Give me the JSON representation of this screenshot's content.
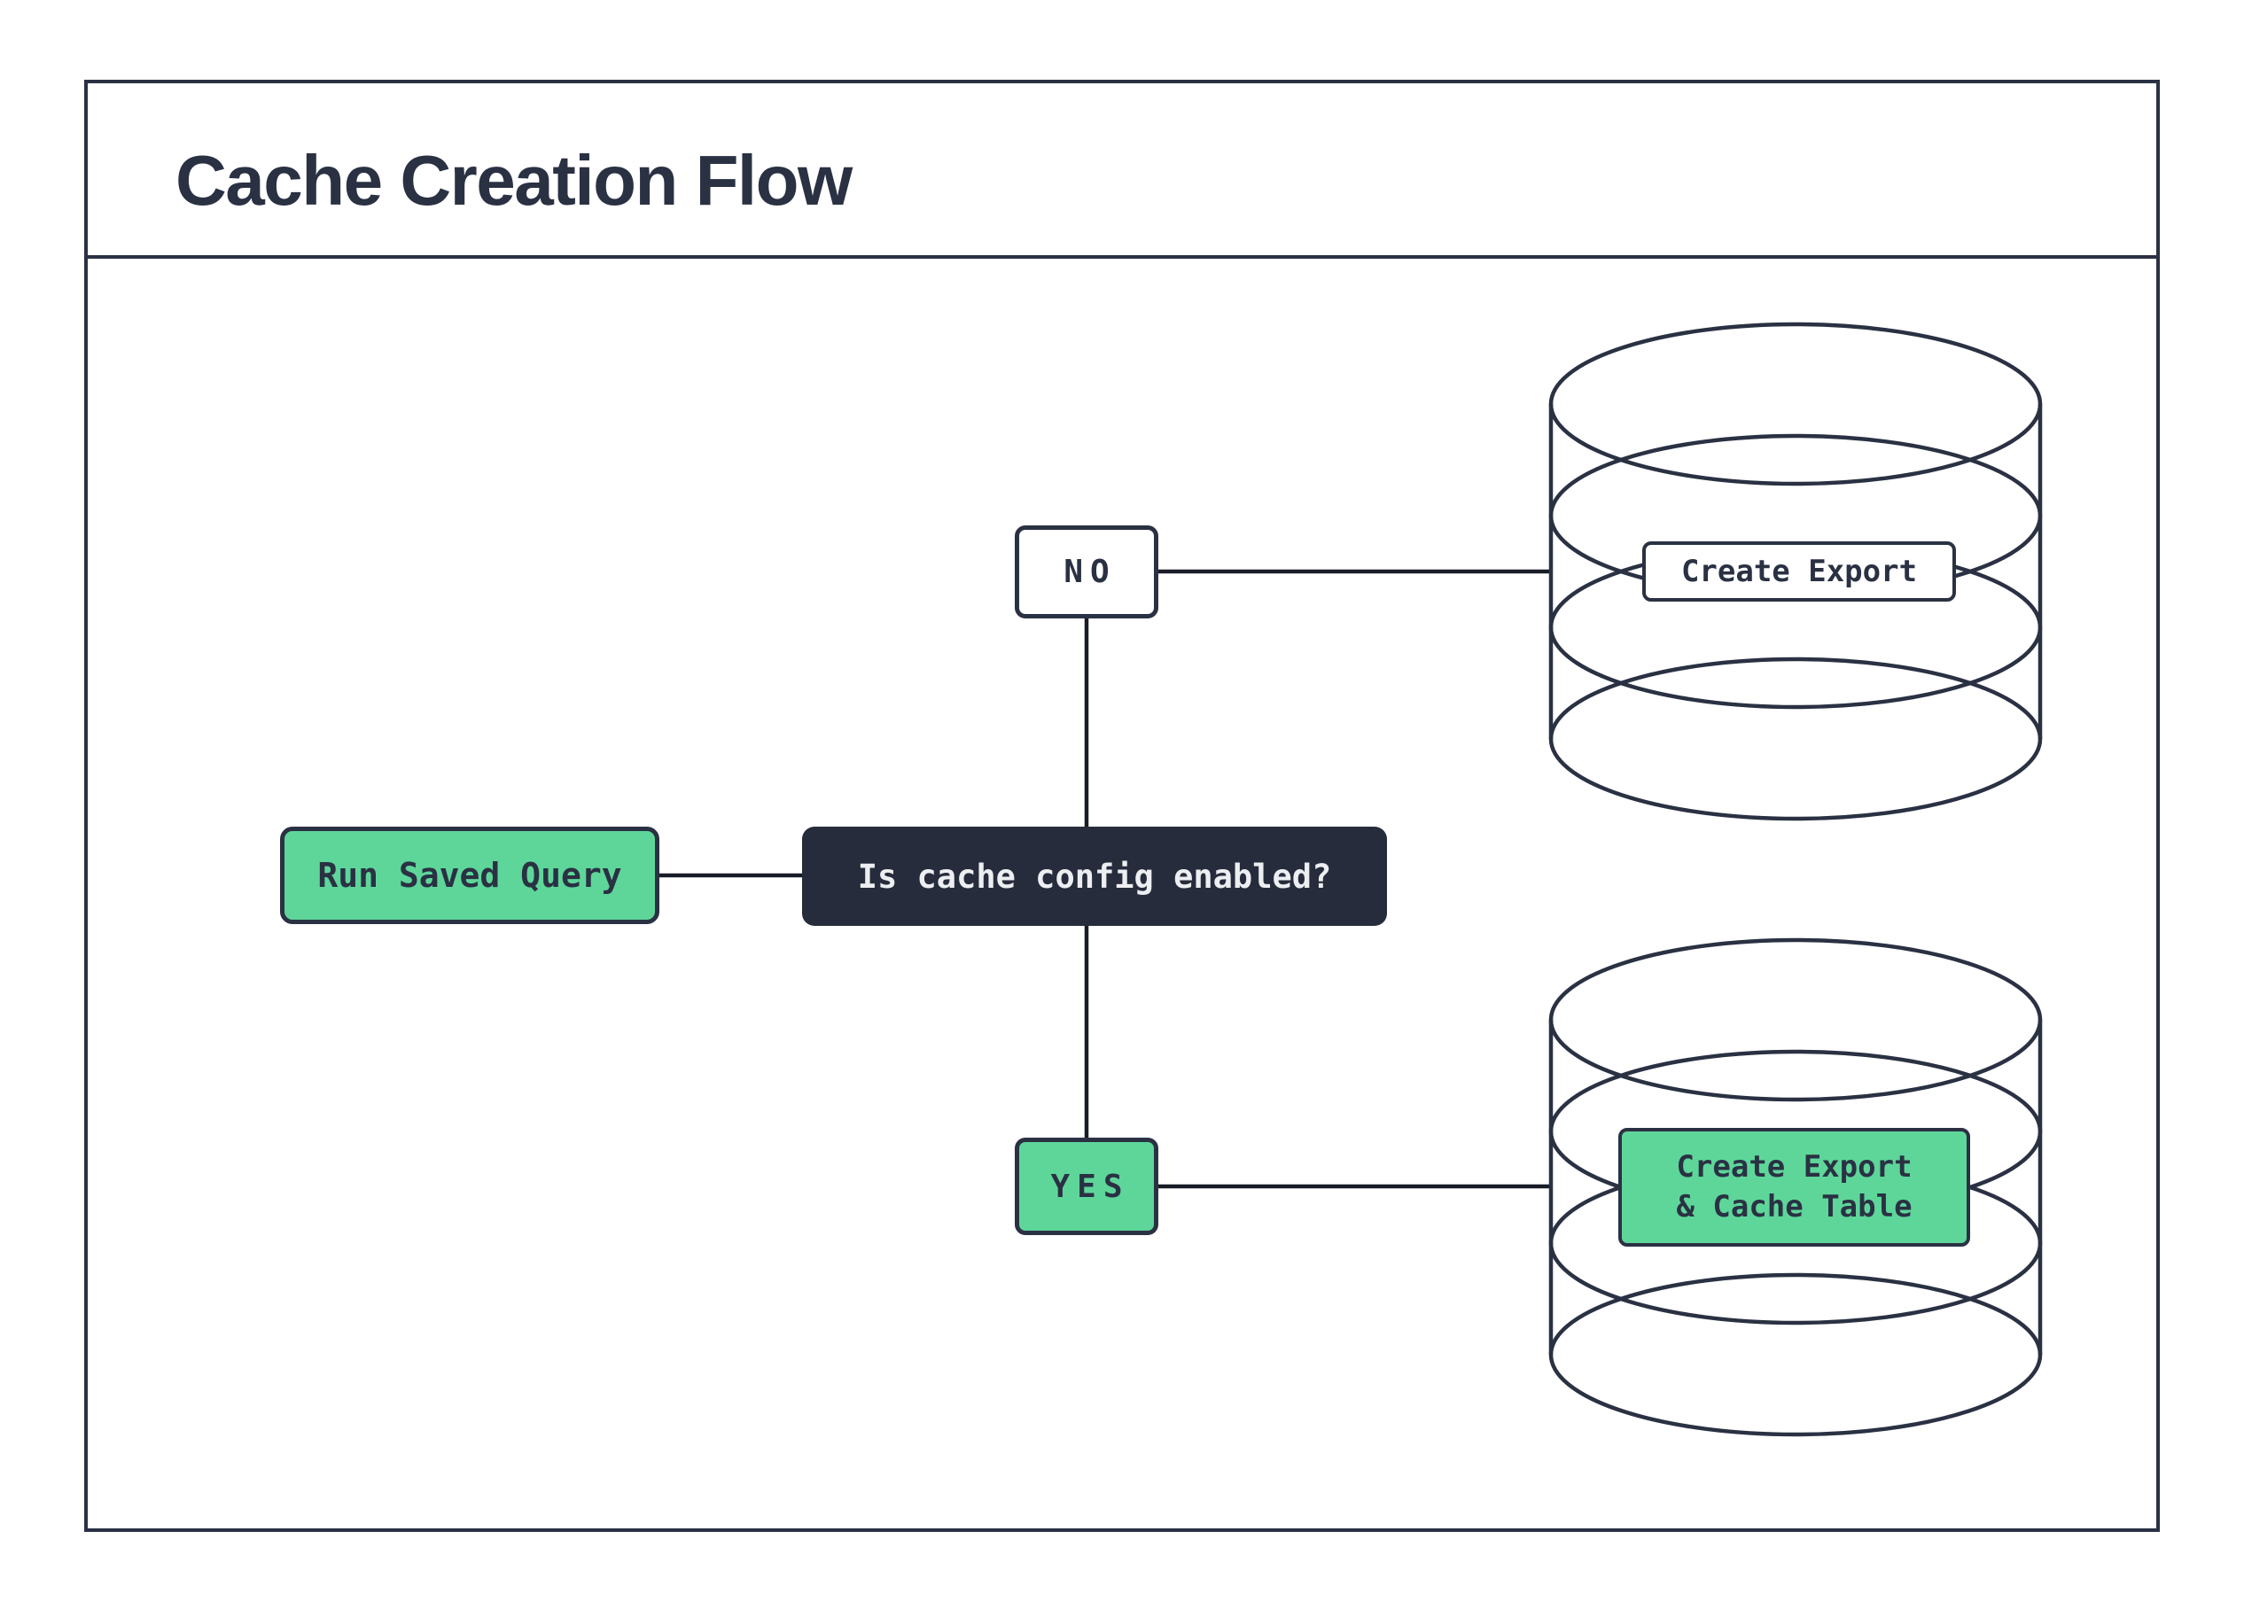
{
  "colors": {
    "ink": "#2a3143",
    "dark": "#262c3b",
    "green": "#5ed69a",
    "light": "#eceef1",
    "line": "#181c26",
    "bg": "#ffffff"
  },
  "header": {
    "title": "Cache Creation Flow"
  },
  "flow": {
    "start": {
      "label": "Run Saved Query"
    },
    "decision": {
      "label": "Is cache config enabled?"
    },
    "no_branch": {
      "label": "NO",
      "action": {
        "label": "Create Export"
      },
      "target_icon": "database-cylinder"
    },
    "yes_branch": {
      "label": "YES",
      "action": {
        "line1": "Create Export",
        "line2": "& Cache Table"
      },
      "target_icon": "database-cylinder"
    }
  }
}
